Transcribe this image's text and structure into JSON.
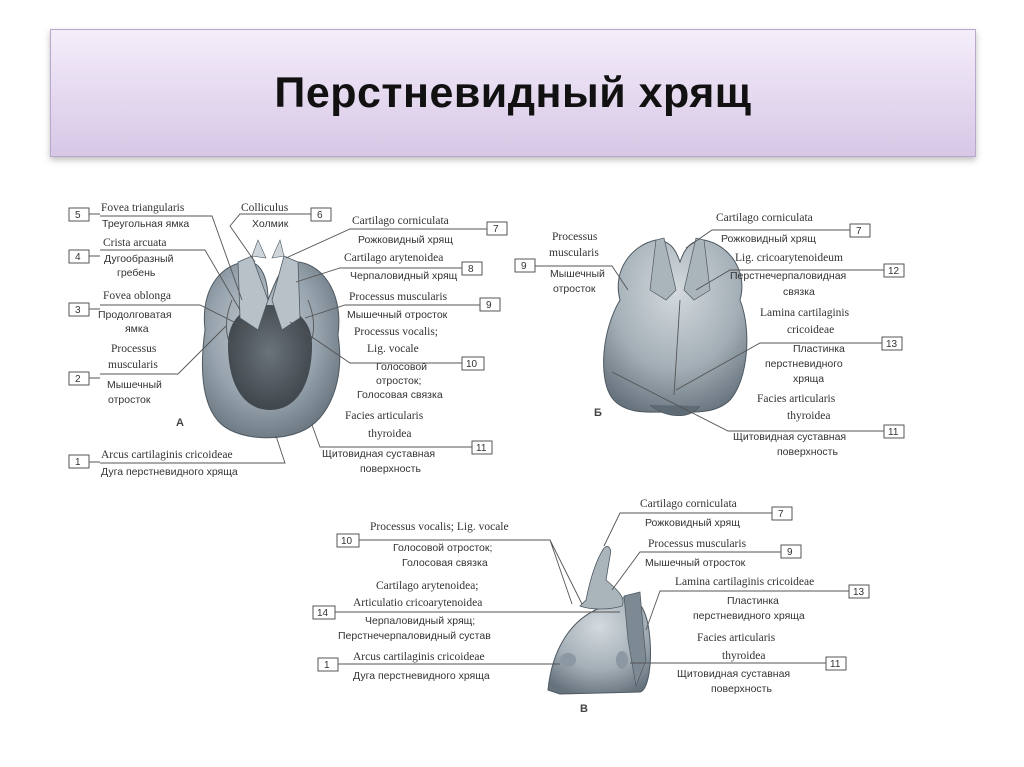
{
  "slide": {
    "title": "Перстневидный хрящ"
  },
  "figures": {
    "a": {
      "letter": "А",
      "labels": [
        {
          "num": "5",
          "lat": "Fovea triangularis",
          "rus": "Треугольная ямка"
        },
        {
          "num": "6",
          "lat": "Colliculus",
          "rus": "Холмик"
        },
        {
          "num": "4",
          "lat": "Crista arcuata",
          "rus": "Дугообразный",
          "rus2": "гребень"
        },
        {
          "num": "7",
          "lat": "Cartilago corniculata",
          "rus": "Рожковидный хрящ"
        },
        {
          "num": "8",
          "lat": "Cartilago arytenoidea",
          "rus": "Черпаловидный хрящ"
        },
        {
          "num": "3",
          "lat": "Fovea oblonga",
          "rus": "Продолговатая",
          "rus2": "ямка"
        },
        {
          "num": "9",
          "lat": "Processus muscularis",
          "rus": "Мышечный отросток"
        },
        {
          "num": "2",
          "lat": "Processus",
          "lat2": "muscularis",
          "rus": "Мышечный",
          "rus2": "отросток"
        },
        {
          "num": "10",
          "lat": "Processus vocalis;",
          "lat2": "Lig. vocale",
          "rus": "Голосовой",
          "rus2": "отросток;",
          "rus3": "Голосовая связка"
        },
        {
          "num": "11",
          "lat": "Facies articularis",
          "lat2": "thyroidea",
          "rus": "Щитовидная суставная",
          "rus2": "поверхность"
        },
        {
          "num": "1",
          "lat": "Arcus cartilaginis cricoideae",
          "rus": "Дуга перстневидного хряща"
        }
      ]
    },
    "b": {
      "letter": "Б",
      "labels": [
        {
          "num": "7",
          "lat": "Cartilago corniculata",
          "rus": "Рожковидный хрящ"
        },
        {
          "num": "9",
          "lat": "Processus",
          "lat2": "muscularis",
          "rus": "Мышечный",
          "rus2": "отросток"
        },
        {
          "num": "12",
          "lat": "Lig. cricoarytenoideum",
          "rus": "Перстнечерпаловидная",
          "rus2": "связка"
        },
        {
          "num": "13",
          "lat": "Lamina cartilaginis",
          "lat2": "cricoideae",
          "rus": "Пластинка",
          "rus2": "перстневидного",
          "rus3": "хряща"
        },
        {
          "num": "11",
          "lat": "Facies articularis",
          "lat2": "thyroidea",
          "rus": "Щитовидная суставная",
          "rus2": "поверхность"
        }
      ]
    },
    "c": {
      "letter": "В",
      "labels": [
        {
          "num": "7",
          "lat": "Cartilago corniculata",
          "rus": "Рожковидный хрящ"
        },
        {
          "num": "10",
          "lat": "Processus vocalis; Lig. vocale",
          "rus": "Голосовой отросток;",
          "rus2": "Голосовая связка"
        },
        {
          "num": "9",
          "lat": "Processus muscularis",
          "rus": "Мышечный отросток"
        },
        {
          "num": "14",
          "lat": "Cartilago arytenoidea;",
          "lat2": "Articulatio cricoarytenoidea",
          "rus": "Черпаловидный хрящ;",
          "rus2": "Перстнечерпаловидный сустав"
        },
        {
          "num": "13",
          "lat": "Lamina cartilaginis cricoideae",
          "rus": "Пластинка",
          "rus2": "перстневидного хряща"
        },
        {
          "num": "11",
          "lat": "Facies articularis",
          "lat2": "thyroidea",
          "rus": "Щитовидная суставная",
          "rus2": "поверхность"
        },
        {
          "num": "1",
          "lat": "Arcus cartilaginis cricoideae",
          "rus": "Дуга перстневидного хряща"
        }
      ]
    }
  }
}
